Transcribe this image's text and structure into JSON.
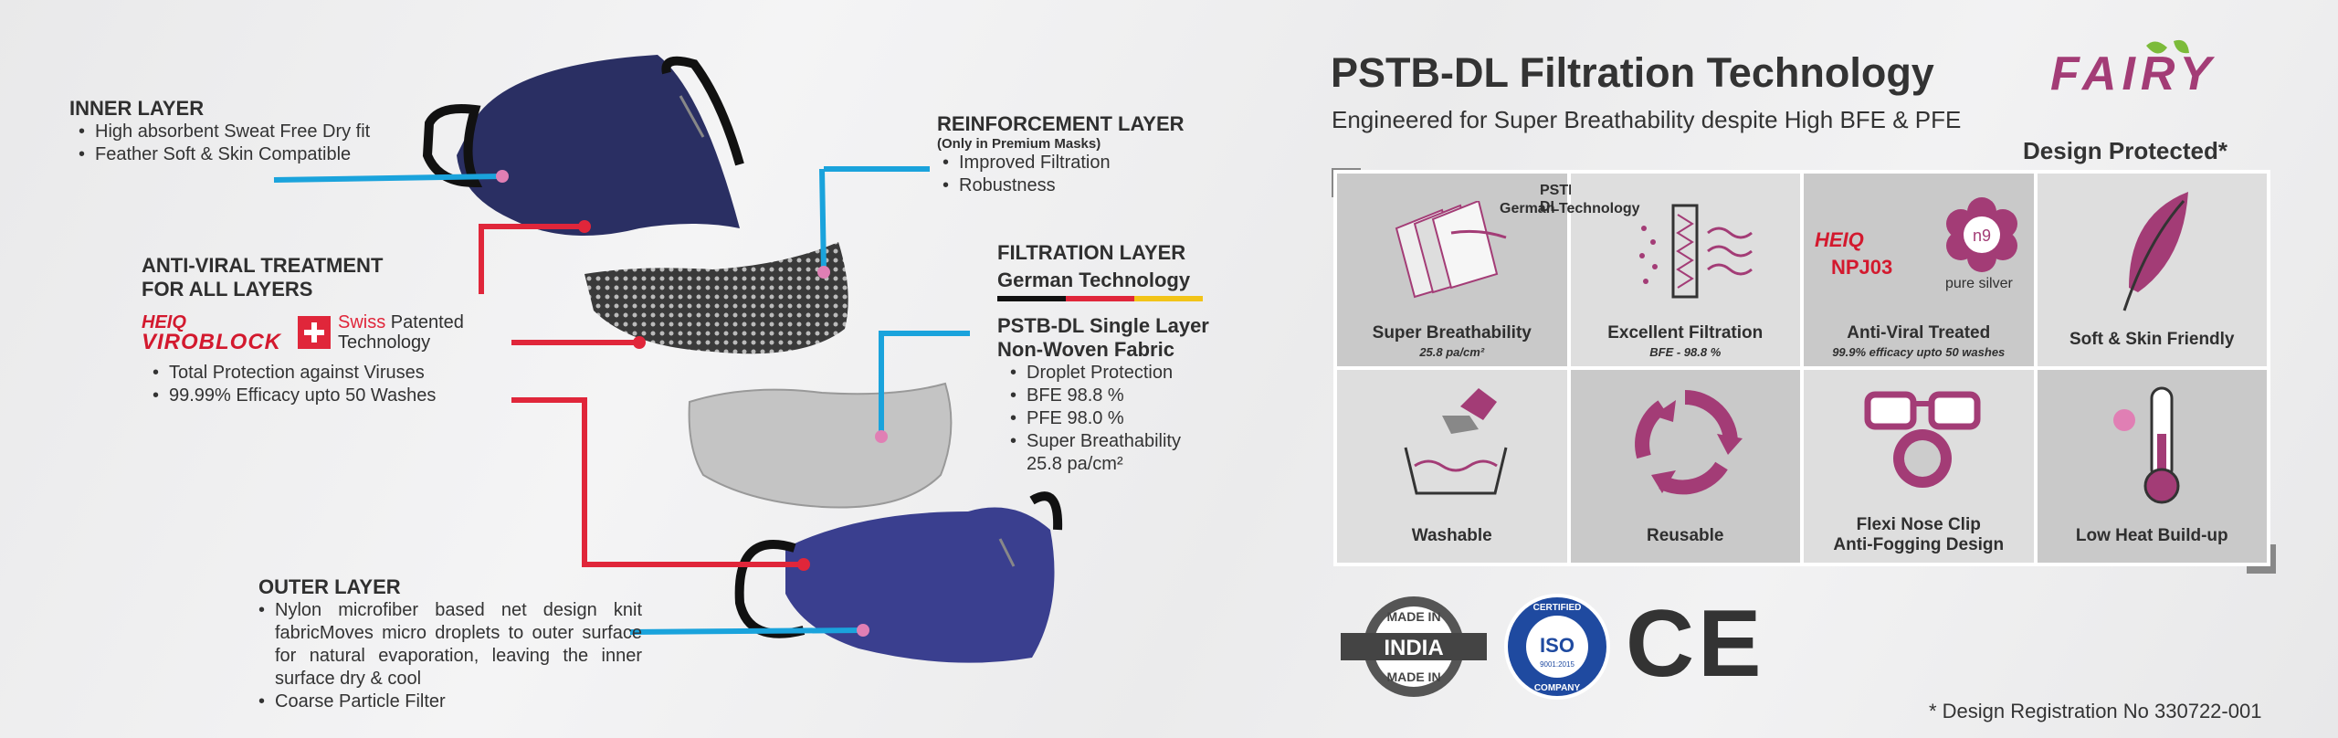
{
  "left": {
    "inner": {
      "title": "INNER LAYER",
      "items": [
        "High absorbent Sweat Free Dry fit",
        "Feather Soft & Skin Compatible"
      ]
    },
    "antiviral": {
      "title_line1": "ANTI-VIRAL TREATMENT",
      "title_line2": "FOR ALL LAYERS",
      "heiq": "HEIQ",
      "viroblock": "VIROBLOCK",
      "swiss_red": "Swiss",
      "swiss_rest": "Patented",
      "technology": "Technology",
      "items": [
        "Total Protection against Viruses",
        "99.99% Efficacy upto 50 Washes"
      ]
    },
    "outer": {
      "title": "OUTER LAYER",
      "items": [
        "Nylon microfiber based net design knit fabricMoves micro droplets to outer surface for natural evaporation, leaving the inner surface dry & cool",
        "Coarse Particle Filter"
      ]
    },
    "reinforcement": {
      "title": "REINFORCEMENT LAYER",
      "subtitle": "(Only in Premium Masks)",
      "items": [
        "Improved Filtration",
        "Robustness"
      ]
    },
    "filtration": {
      "title": "FILTRATION LAYER",
      "subtitle": "German Technology",
      "line1": "PSTB-DL Single Layer",
      "line2": "Non-Woven Fabric",
      "items": [
        "Droplet Protection",
        "BFE 98.8 %",
        "PFE 98.0 %",
        "Super Breathability"
      ],
      "extra": "25.8 pa/cm²"
    }
  },
  "right": {
    "title": "PSTB-DL Filtration Technology",
    "subtitle": "Engineered for Super Breathability despite High BFE & PFE",
    "brand": "FAIRY",
    "design_protected": "Design Protected*",
    "pstb_label_1": "PSTB-DL",
    "pstb_label_2": "German Technology",
    "features": [
      {
        "title": "Super Breathability",
        "sub": "25.8 pa/cm²"
      },
      {
        "title": "Excellent Filtration",
        "sub": "BFE - 98.8 %"
      },
      {
        "title": "Anti-Viral Treated",
        "sub": "99.9% efficacy upto 50 washes"
      },
      {
        "title": "Soft & Skin Friendly",
        "sub": ""
      },
      {
        "title": "Washable",
        "sub": ""
      },
      {
        "title": "Reusable",
        "sub": ""
      },
      {
        "title": "Flexi Nose Clip",
        "sub": "Anti-Fogging Design"
      },
      {
        "title": "Low Heat Build-up",
        "sub": ""
      }
    ],
    "heiq_label": "HEIQ",
    "npj": "NPJ03",
    "pure_silver": "pure silver",
    "n9": "n9",
    "badges": {
      "made_top": "MADE IN",
      "india": "INDIA",
      "made_bottom": "MADE IN",
      "iso_top": "CERTIFIED",
      "iso": "ISO",
      "iso_num": "9001:2015",
      "iso_bottom": "COMPANY",
      "ce": "CE"
    },
    "registration": "* Design Registration No 330722-001"
  },
  "colors": {
    "navy": "#2a2f63",
    "blue": "#3a3f8f",
    "cyan": "#1aa3dc",
    "red": "#e0263a",
    "magenta": "#a33c76",
    "pink": "#e07fb4",
    "gold": "#f2c418"
  }
}
